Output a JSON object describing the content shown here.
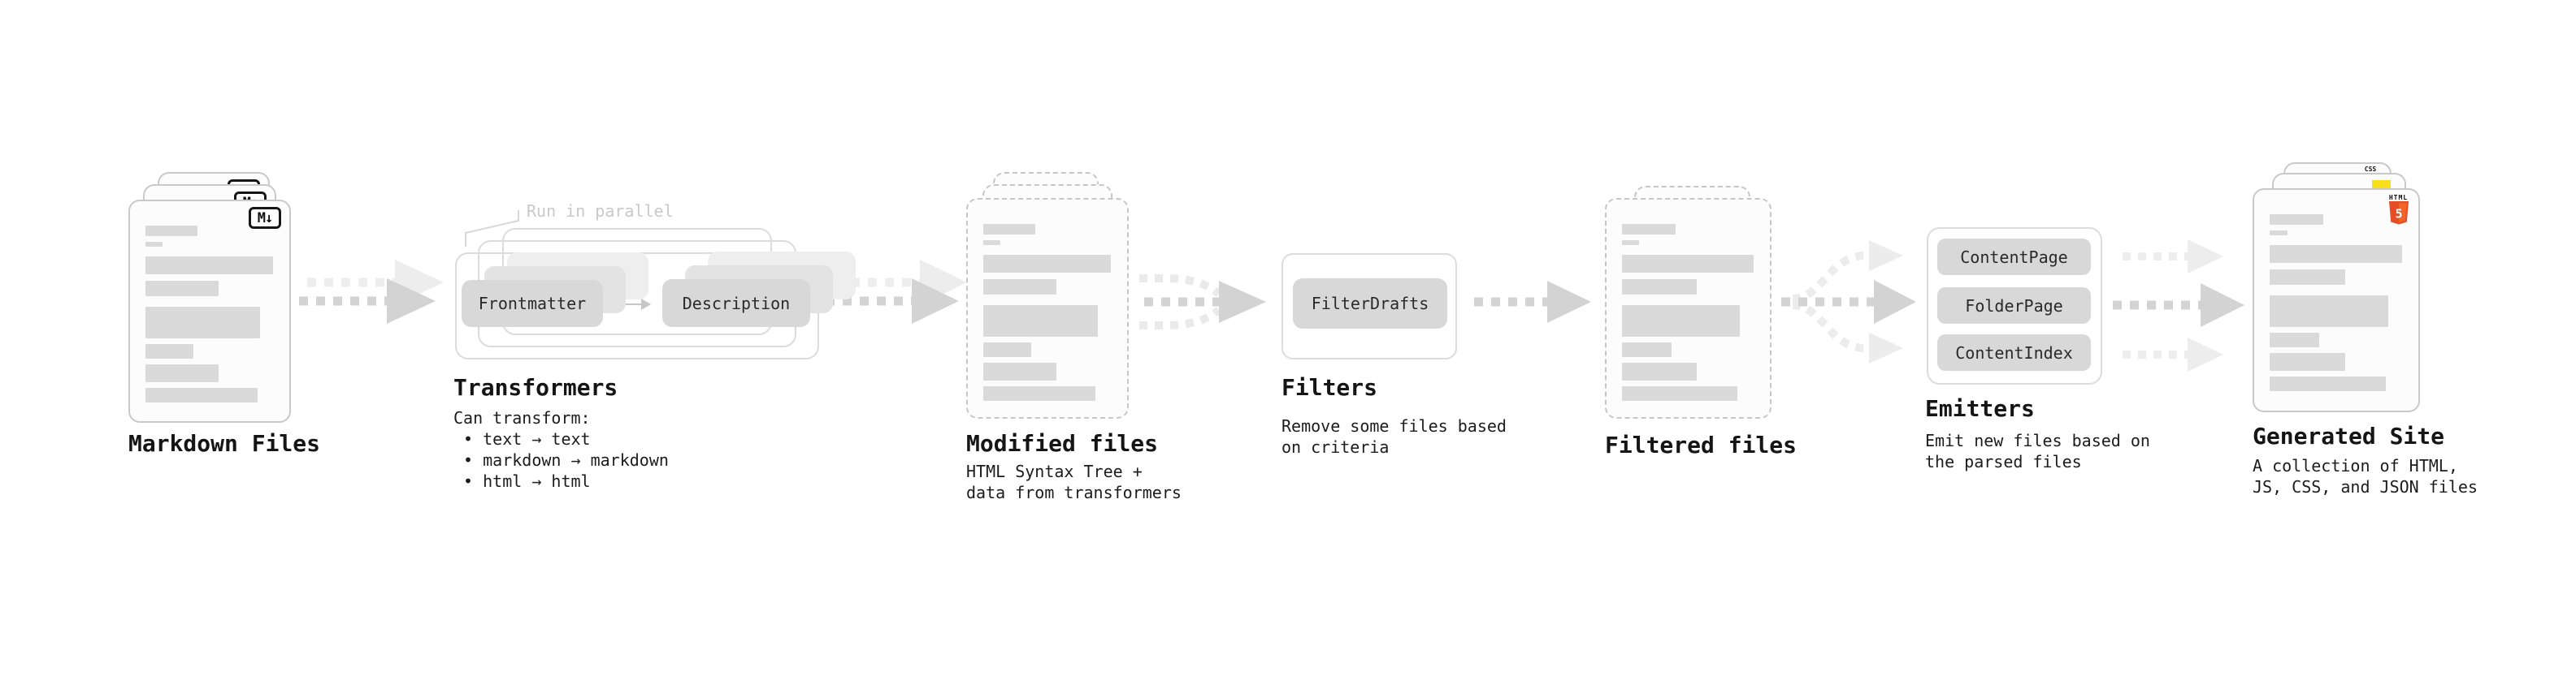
{
  "colors": {
    "accent_css_blue": "#2b62f0",
    "accent_js_yellow": "#f7df1e",
    "accent_html_orange": "#e44d26",
    "accent_html_orange_light": "#f16529"
  },
  "stages": {
    "markdown_files": {
      "title": "Markdown Files",
      "badge_label": "M↓"
    },
    "transformers": {
      "title": "Transformers",
      "annotation": "Run in parallel",
      "pills": [
        "Frontmatter",
        "Description"
      ],
      "description": "Can transform:\n • text → text\n • markdown → markdown\n • html → html"
    },
    "modified_files": {
      "title": "Modified files",
      "description": "HTML Syntax Tree +\ndata from transformers"
    },
    "filters": {
      "title": "Filters",
      "pills": [
        "FilterDrafts"
      ],
      "description": "Remove some files based\non criteria"
    },
    "filtered_files": {
      "title": "Filtered files"
    },
    "emitters": {
      "title": "Emitters",
      "pills": [
        "ContentPage",
        "FolderPage",
        "ContentIndex"
      ],
      "description": "Emit new files based on\nthe parsed files"
    },
    "generated_site": {
      "title": "Generated Site",
      "description": "A collection of HTML,\nJS, CSS, and JSON files",
      "badges": {
        "css_label": "CSS",
        "html_label": "HTML",
        "html_number": "5"
      }
    }
  },
  "file_bars": [
    {
      "w": 40,
      "h": 13,
      "mt": 0
    },
    {
      "w": 13,
      "h": 6,
      "mt": 7
    },
    {
      "w": 98,
      "h": 22,
      "mt": 12
    },
    {
      "w": 56,
      "h": 19,
      "mt": 8
    },
    {
      "w": 88,
      "h": 39,
      "mt": 13
    },
    {
      "w": 37,
      "h": 18,
      "mt": 7
    },
    {
      "w": 56,
      "h": 22,
      "mt": 7
    },
    {
      "w": 86,
      "h": 18,
      "mt": 7
    }
  ]
}
